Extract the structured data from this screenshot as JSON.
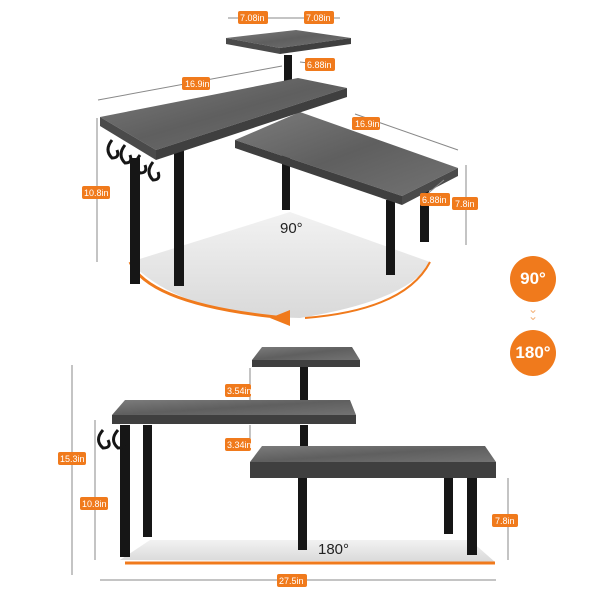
{
  "top_view": {
    "angle_label": "90°",
    "dims": {
      "top_width": "7.08in",
      "top_depth": "7.08in",
      "top_depth_side": "6.88in",
      "left_shelf_length": "16.9in",
      "right_shelf_length": "16.9in",
      "right_shelf_depth": "6.88in",
      "total_height": "10.8in",
      "lower_height": "7.8in"
    }
  },
  "bottom_view": {
    "angle_label": "180°",
    "dims": {
      "upper_gap": "3.54in",
      "middle_gap": "3.34in",
      "total_height": "15.3in",
      "left_height": "10.8in",
      "right_height": "7.8in",
      "total_width": "27.5in"
    }
  },
  "badges": {
    "from": "90°",
    "to": "180°"
  },
  "colors": {
    "accent": "#f07a1c",
    "wood": "#6e6e6e",
    "legs": "#161616"
  }
}
